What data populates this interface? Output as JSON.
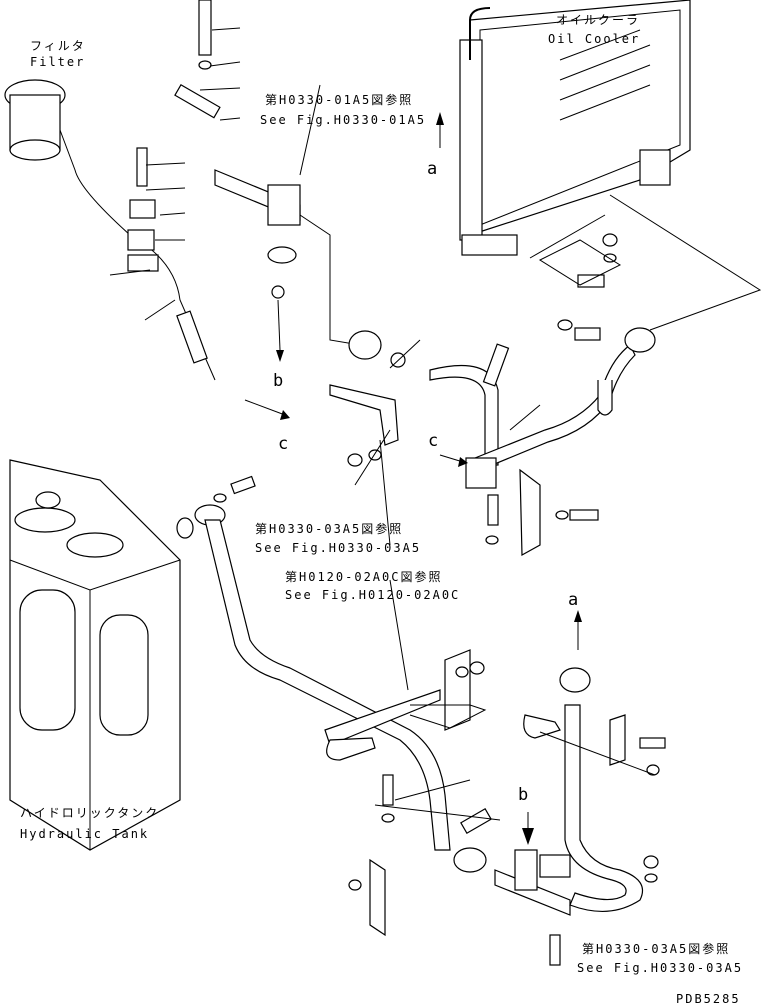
{
  "filter": {
    "label_ja": "フィルタ",
    "label_en": "Filter"
  },
  "oil_cooler": {
    "label_ja": "オイルクーラ",
    "label_en": "Oil Cooler"
  },
  "hydraulic_tank": {
    "label_ja": "ハイドロリックタンク",
    "label_en": "Hydraulic Tank"
  },
  "refs": [
    {
      "ja": "第H0330-01A5図参照",
      "en": "See Fig.H0330-01A5"
    },
    {
      "ja": "第H0330-03A5図参照",
      "en": "See Fig.H0330-03A5"
    },
    {
      "ja": "第H0120-02A0C図参照",
      "en": "See Fig.H0120-02A0C"
    },
    {
      "ja": "第H0330-03A5図参照",
      "en": "See Fig.H0330-03A5"
    }
  ],
  "connection_labels": {
    "a": "a",
    "b": "b",
    "c": "c"
  },
  "drawing_number": "PDB5285"
}
